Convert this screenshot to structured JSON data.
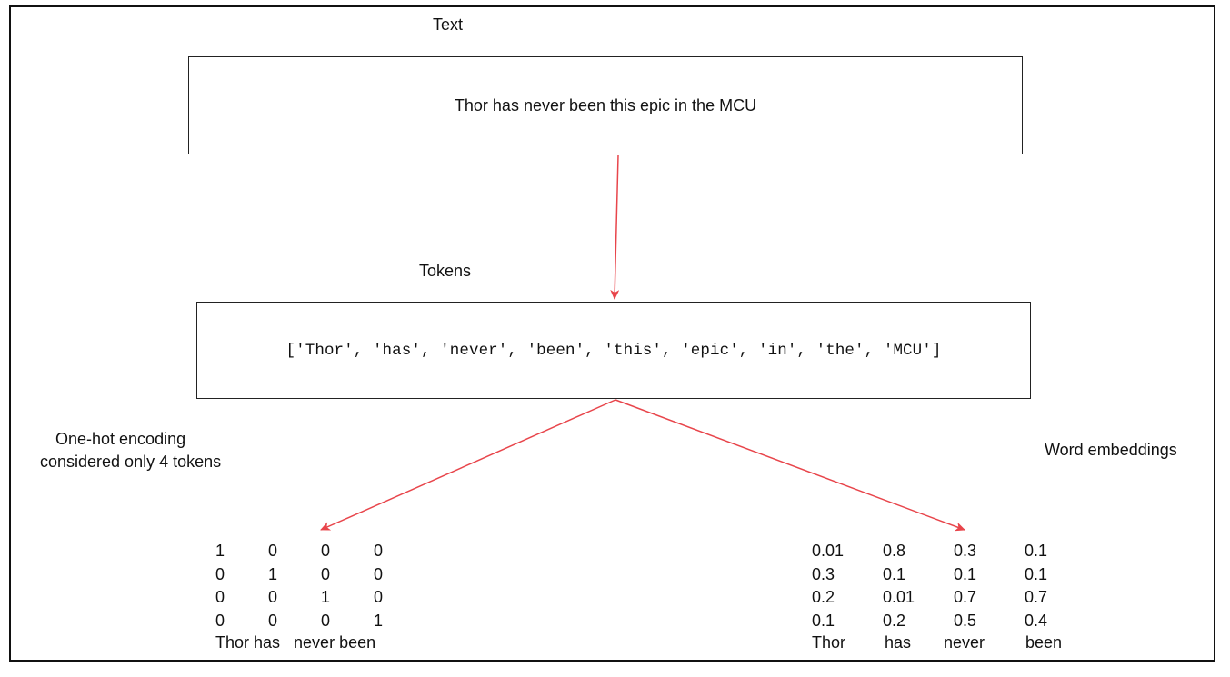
{
  "labels": {
    "text": "Text",
    "tokens": "Tokens",
    "onehot_line1": "One-hot encoding",
    "onehot_line2": "considered only 4 tokens",
    "embeddings": "Word embeddings"
  },
  "sentence": "Thor has never been this epic in the MCU",
  "tokens_list": "['Thor', 'has', 'never', 'been', 'this', 'epic', 'in', 'the', 'MCU']",
  "onehot": {
    "rows": [
      [
        "1",
        "0",
        "0",
        "0"
      ],
      [
        "0",
        "1",
        "0",
        "0"
      ],
      [
        "0",
        "0",
        "1",
        "0"
      ],
      [
        "0",
        "0",
        "0",
        "1"
      ]
    ],
    "words": "Thor has   never been"
  },
  "embeddings": {
    "rows": [
      [
        "0.01",
        "0.8",
        "0.3",
        "0.1"
      ],
      [
        "0.3",
        "0.1",
        "0.1",
        "0.1"
      ],
      [
        "0.2",
        "0.01",
        "0.7",
        "0.7"
      ],
      [
        "0.1",
        "0.2",
        "0.5",
        "0.4"
      ]
    ],
    "words": [
      "Thor",
      "has",
      "never",
      "been"
    ]
  },
  "colors": {
    "arrow": "#e8454b",
    "border": "#111111"
  }
}
